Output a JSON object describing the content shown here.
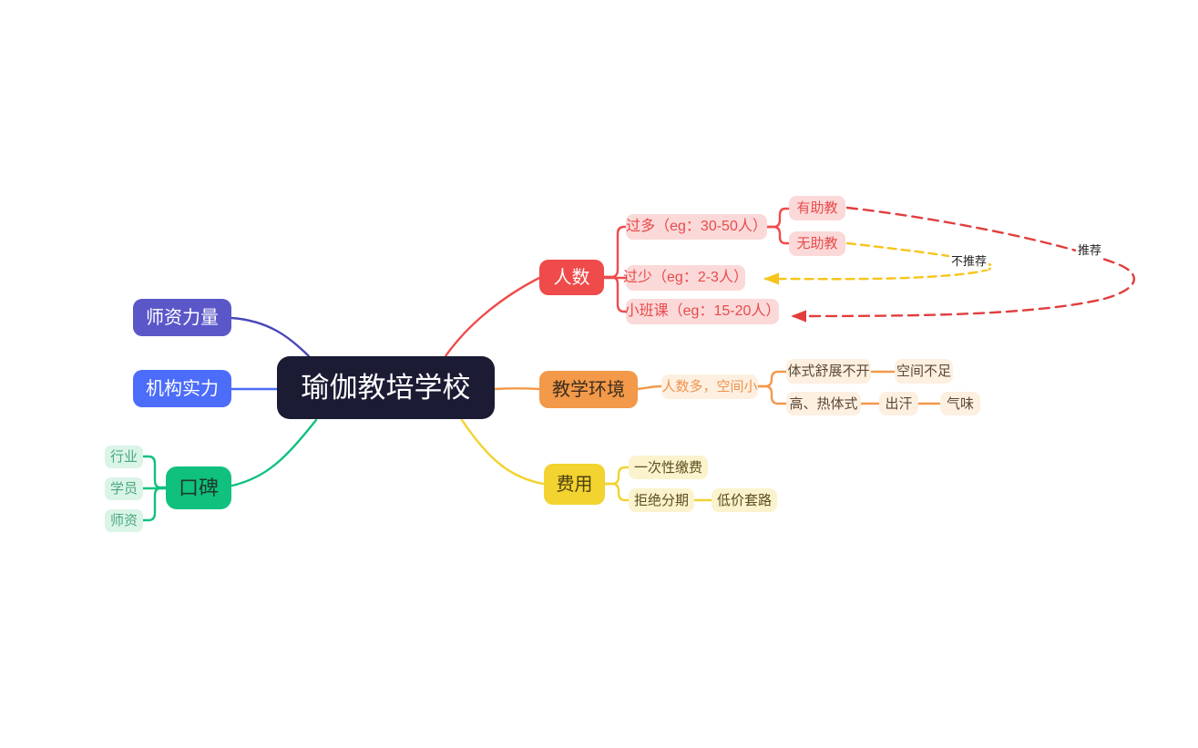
{
  "root": {
    "label": "瑜伽教培学校",
    "bg": "#1b1b34",
    "fg": "#ffffff"
  },
  "nodes": {
    "center": {
      "label": "瑜伽教培学校"
    },
    "faculty_power": {
      "label": "师资力量"
    },
    "org_strength": {
      "label": "机构实力"
    },
    "reputation": {
      "label": "口碑"
    },
    "industry": {
      "label": "行业"
    },
    "students": {
      "label": "学员"
    },
    "faculty": {
      "label": "师资"
    },
    "class_size": {
      "label": "人数"
    },
    "too_many": {
      "label": "过多（eg：30-50人）"
    },
    "with_ta": {
      "label": "有助教"
    },
    "without_ta": {
      "label": "无助教"
    },
    "too_few": {
      "label": "过少（eg：2-3人）"
    },
    "small_class": {
      "label": "小班课（eg：15-20人）"
    },
    "teaching_env": {
      "label": "教学环境"
    },
    "crowded": {
      "label": "人数多，空间小"
    },
    "poses_cramped": {
      "label": "体式舒展不开"
    },
    "insufficient_space": {
      "label": "空间不足"
    },
    "hot_styles": {
      "label": "高、热体式"
    },
    "sweat": {
      "label": "出汗"
    },
    "odor": {
      "label": "气味"
    },
    "fees": {
      "label": "费用"
    },
    "one_time": {
      "label": "一次性缴费"
    },
    "refuse_installments": {
      "label": "拒绝分期"
    },
    "low_price_trap": {
      "label": "低价套路"
    }
  },
  "arrows": {
    "recommend": {
      "label": "推荐",
      "color": "#e23d3d",
      "from": "有助教",
      "to": "小班课（eg：15-20人）"
    },
    "not_recommend": {
      "label": "不推荐",
      "color": "#f6c51c",
      "from": "无助教",
      "to": "过少（eg：2-3人）"
    }
  },
  "colors": {
    "center_bg": "#1b1b34",
    "branch_indigo": "#5b57c9",
    "branch_blue": "#4c6cfa",
    "branch_green": "#10c17e",
    "branch_red": "#ef4b4b",
    "branch_orange": "#f2994a",
    "branch_yellow": "#f2d32f",
    "pill_pink_bg": "#fbd9d9",
    "pill_pink_fg": "#e84b4b",
    "pill_green_bg": "#daf4e8",
    "pill_green_fg": "#4aa87c",
    "pill_cream_bg": "#fdf0e1",
    "pill_cream_fg": "#5c4936",
    "pill_yellow_bg": "#faf3cd",
    "pill_yellow_fg": "#5c4e1d",
    "dashed_red": "#e23d3d",
    "dashed_yellow": "#f6c51c"
  }
}
